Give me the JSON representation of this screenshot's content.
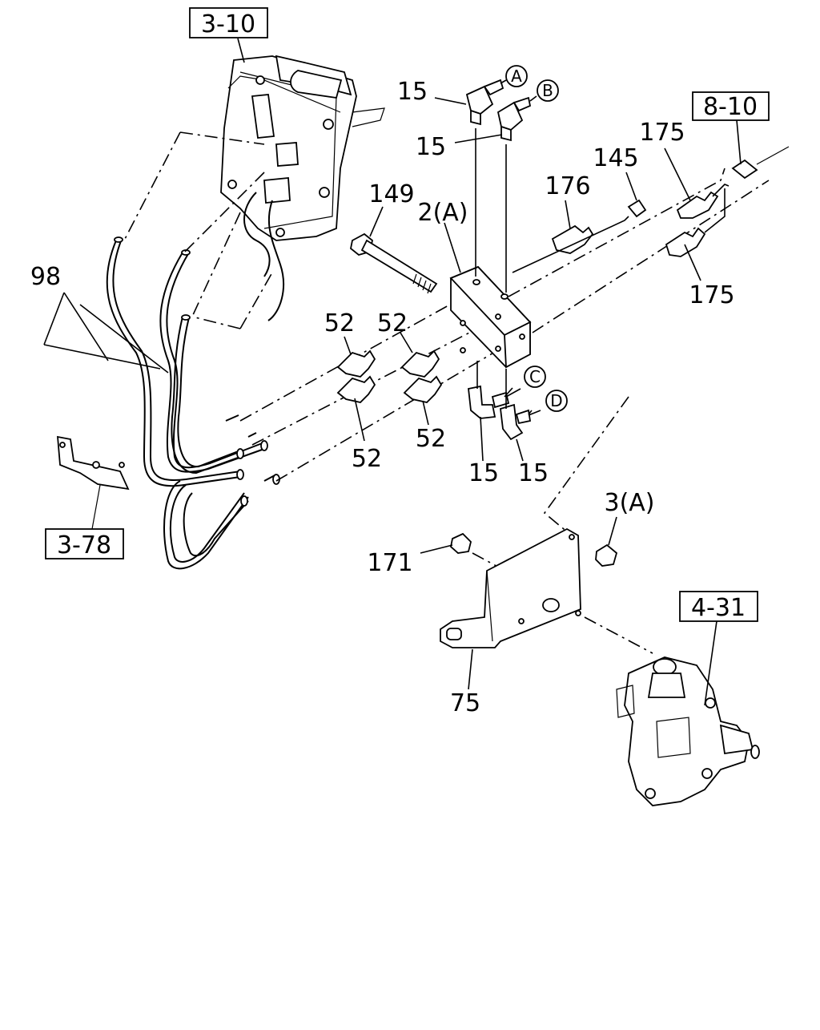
{
  "references": {
    "r_3_10": "3-10",
    "r_8_10": "8-10",
    "r_3_78": "3-78",
    "r_4_31": "4-31"
  },
  "callouts": {
    "c_a": "A",
    "c_b": "B",
    "c_c": "C",
    "c_d": "D"
  },
  "labels": {
    "p15_a": "15",
    "p15_b": "15",
    "p15_c": "15",
    "p15_d": "15",
    "p175_top": "175",
    "p175_bottom": "175",
    "p145": "145",
    "p176": "176",
    "p149": "149",
    "p2a": "2(A)",
    "p98": "98",
    "p52_a": "52",
    "p52_b": "52",
    "p52_c": "52",
    "p52_d": "52",
    "p3a": "3(A)",
    "p171": "171",
    "p75": "75"
  }
}
